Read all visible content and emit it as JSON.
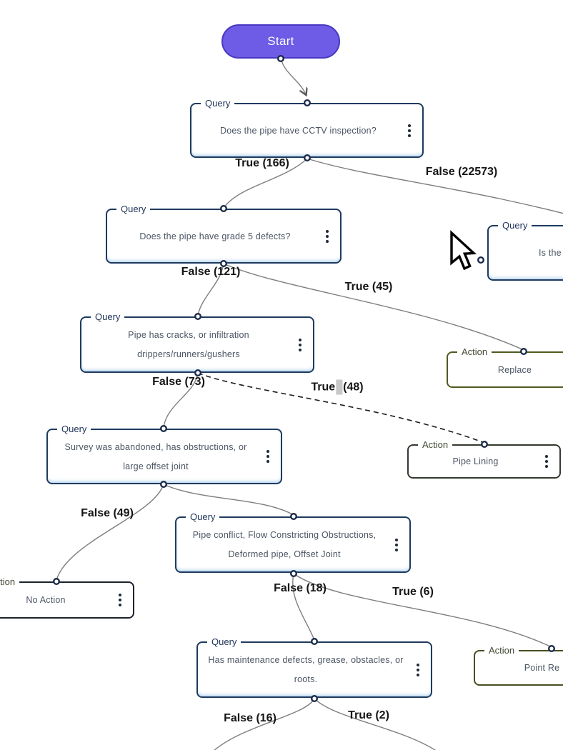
{
  "start_node": {
    "label": "Start",
    "fill": "#6e5be6",
    "border": "#4a3ac0"
  },
  "nodes": {
    "cctv": {
      "kind": "Query",
      "lines": [
        "Does the pipe have CCTV inspection?"
      ]
    },
    "grade5": {
      "kind": "Query",
      "lines": [
        "Does the pipe have grade 5 defects?"
      ]
    },
    "right_query": {
      "kind": "Query",
      "lines": [
        "Is the"
      ]
    },
    "cracks": {
      "kind": "Query",
      "lines": [
        "Pipe has cracks, or infiltration",
        "drippers/runners/gushers"
      ]
    },
    "replace": {
      "kind": "Action",
      "lines": [
        "Replace"
      ]
    },
    "survey": {
      "kind": "Query",
      "lines": [
        "Survey was abandoned, has obstructions, or",
        "large offset joint"
      ]
    },
    "pipe_lining": {
      "kind": "Action",
      "lines": [
        "Pipe Lining"
      ]
    },
    "conflict": {
      "kind": "Query",
      "lines": [
        "Pipe conflict, Flow Constricting Obstructions,",
        "Deformed pipe, Offset Joint"
      ]
    },
    "no_action": {
      "kind": "Action",
      "lines": [
        "No Action"
      ]
    },
    "maintenance": {
      "kind": "Query",
      "lines": [
        "Has maintenance defects, grease, obstacles, or",
        "roots."
      ]
    },
    "point_repair": {
      "kind": "Action",
      "lines": [
        "Point Re"
      ]
    }
  },
  "edge_labels": {
    "cctv_true": "True (166)",
    "cctv_false": "False (22573)",
    "grade5_false": "False (121)",
    "grade5_true": "True (45)",
    "cracks_false": "False (73)",
    "cracks_true_word": "True",
    "cracks_true_count": "(48)",
    "survey_false": "False (49)",
    "conflict_false": "False (18)",
    "conflict_true": "True (6)",
    "maintenance_false": "False (16)",
    "maintenance_true": "True (2)"
  },
  "colors": {
    "query_border": "#1e3a5f",
    "action_border_replace": "#4e5c20",
    "action_border_pipe_lining": "#343a30",
    "action_border_no_action": "#1c222c",
    "action_border_point_repair": "#46501f",
    "start_fill": "#6e5be6",
    "edge_line": "#7e7e7e",
    "edge_label_text": "#151515",
    "selection_highlight": "#c8c8c8"
  }
}
